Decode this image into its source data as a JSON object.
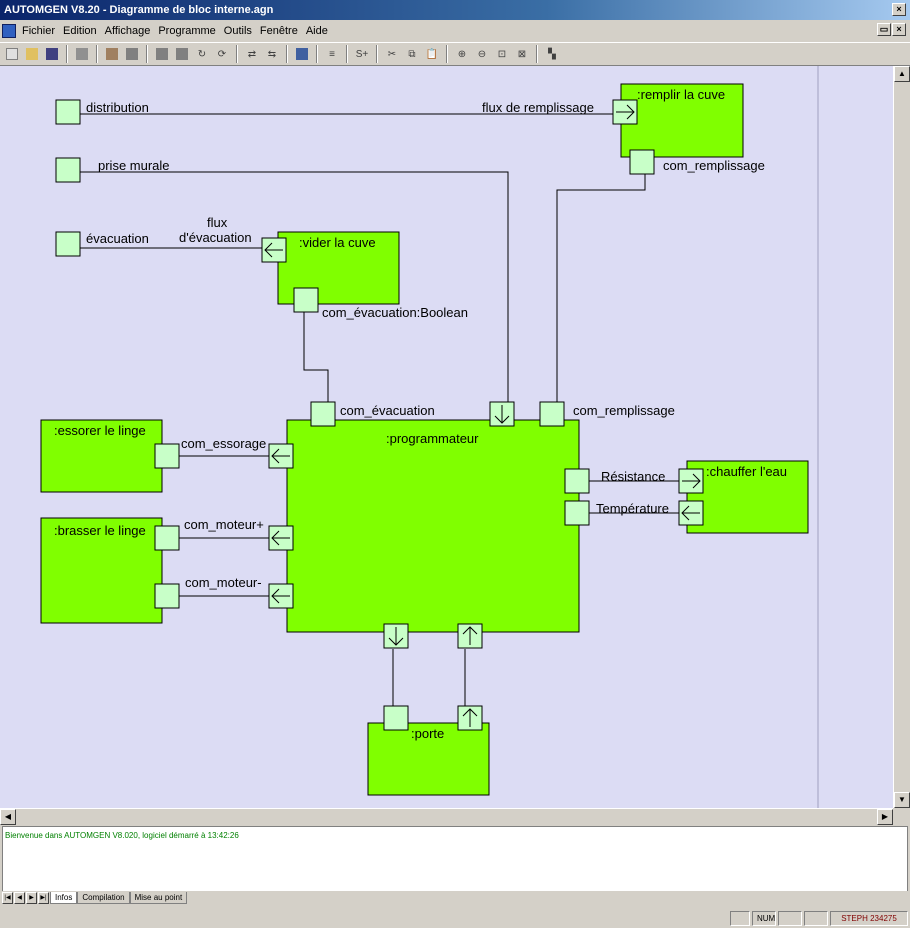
{
  "window": {
    "title": "AUTOMGEN V8.20 - Diagramme de bloc interne.agn"
  },
  "menu": {
    "items": [
      "Fichier",
      "Edition",
      "Affichage",
      "Programme",
      "Outils",
      "Fenêtre",
      "Aide"
    ]
  },
  "diagram": {
    "blocks": {
      "remplir": ":remplir la cuve",
      "vider": ":vider la cuve",
      "essorer": ":essorer le linge",
      "brasser": ":brasser le linge",
      "programmateur": ":programmateur",
      "chauffer": ":chauffer l'eau",
      "porte": ":porte"
    },
    "labels": {
      "distribution": "distribution",
      "flux_remplissage": "flux de remplissage",
      "prise_murale": "prise murale",
      "com_remplissage_top": "com_remplissage",
      "flux_evac_1": "flux",
      "flux_evac_2": "d'évacuation",
      "evacuation": "évacuation",
      "com_evac_bool": "com_évacuation:Boolean",
      "com_evac": "com_évacuation",
      "com_remplissage": "com_remplissage",
      "com_essorage": "com_essorage",
      "com_moteur_plus": "com_moteur+",
      "com_moteur_minus": "com_moteur-",
      "resistance": "Résistance",
      "temperature": "Température"
    },
    "colors": {
      "canvas": "#dcdcf4",
      "block": "#80ff00",
      "port": "#c8ffc8"
    }
  },
  "info": {
    "message": "Bienvenue dans AUTOMGEN V8.020, logiciel démarré à 13:42:26"
  },
  "tabs": [
    "Infos",
    "Compilation",
    "Mise au point"
  ],
  "status": {
    "num": "NUM",
    "user": "STEPH 234275"
  }
}
